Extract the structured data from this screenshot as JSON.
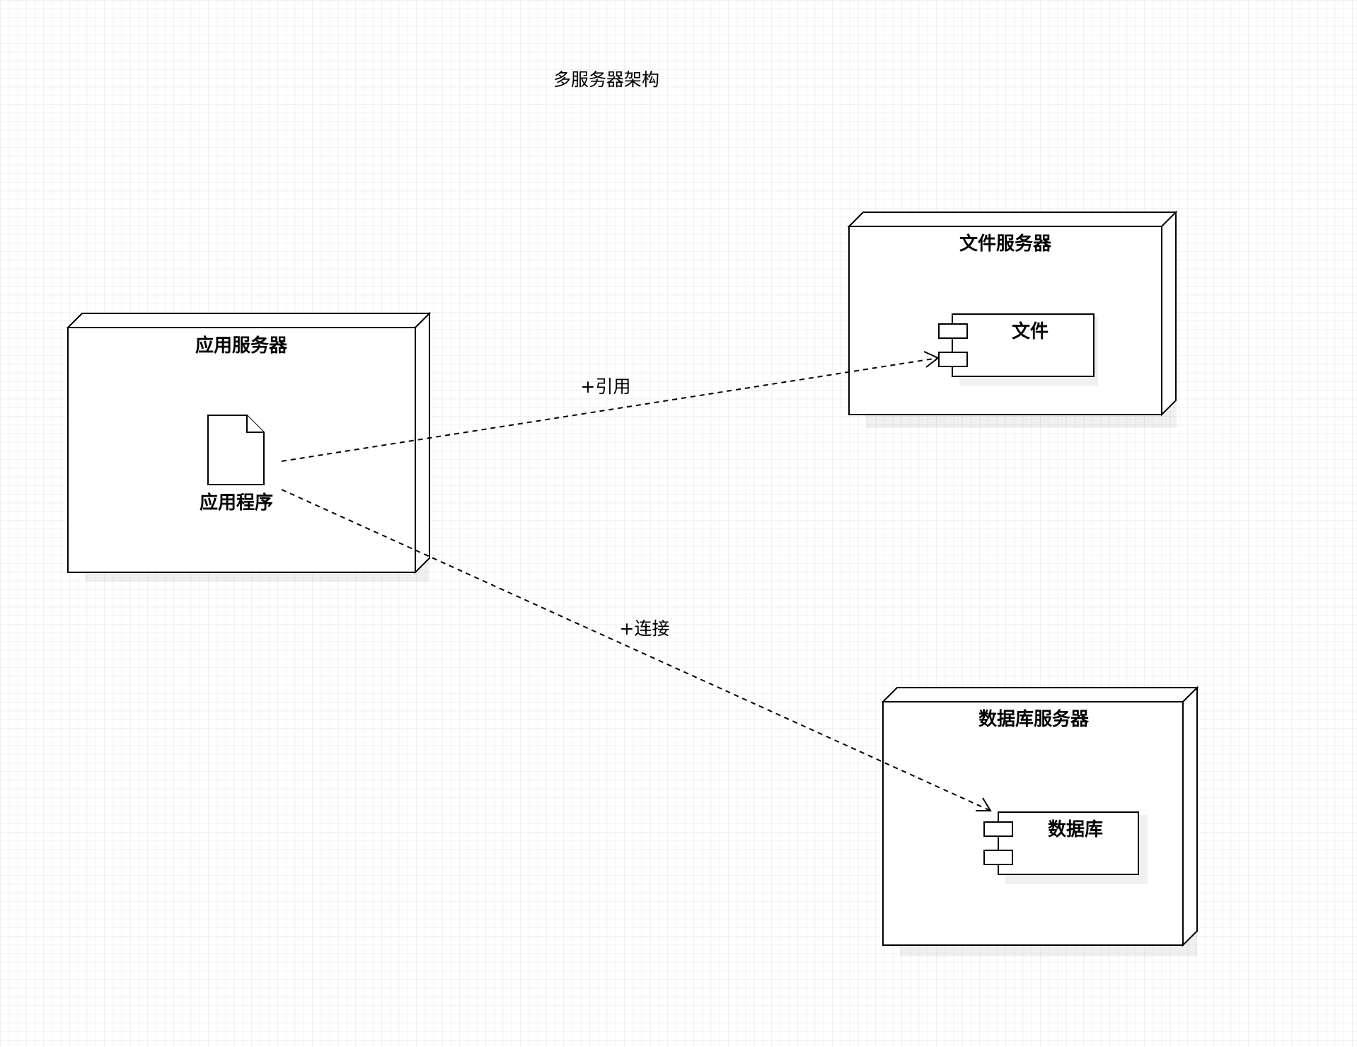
{
  "diagram": {
    "title": "多服务器架构",
    "nodes": {
      "app_server": {
        "label": "应用服务器"
      },
      "file_server": {
        "label": "文件服务器"
      },
      "db_server": {
        "label": "数据库服务器"
      }
    },
    "artifact": {
      "label": "应用程序",
      "icon": "document-icon"
    },
    "components": {
      "file": {
        "label": "文件",
        "icon": "component-icon"
      },
      "database": {
        "label": "数据库",
        "icon": "component-icon"
      }
    },
    "edges": {
      "reference": {
        "label": "+引用",
        "style": "dashed-open-arrow"
      },
      "connect": {
        "label": "+连接",
        "style": "dashed-open-arrow"
      }
    }
  }
}
